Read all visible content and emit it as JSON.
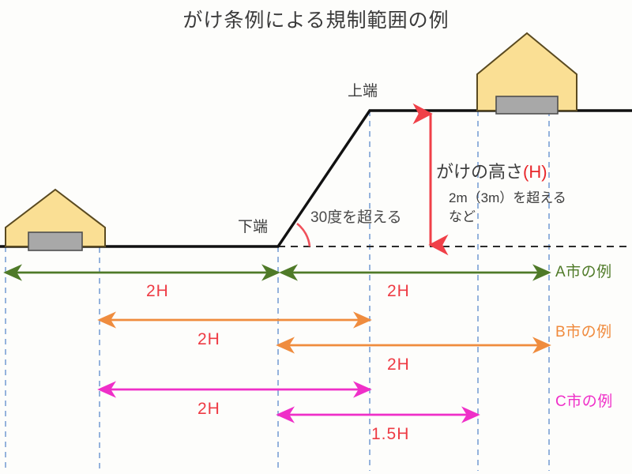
{
  "title": "がけ条例による規制範囲の例",
  "colors": {
    "ground_line": "#111111",
    "house_body": "#fadf94",
    "house_roof_edge": "#5a4a20",
    "house_base": "#a8a8a8",
    "guide_dashed": "#7b9fd4",
    "height_arrow": "#f04048",
    "angle_arc": "#f0505a",
    "dim_text": "#ee3b44",
    "city_a": "#4f7a28",
    "city_b": "#ef8c3e",
    "city_c": "#ef2fc8",
    "background": "#fdfdfb"
  },
  "terrain": {
    "bottom_edge_label": "下端",
    "top_edge_label": "上端",
    "angle_label": "30度を超える"
  },
  "height_annotation": {
    "main_prefix": "がけの高さ",
    "main_symbol": "(H)",
    "sub_line1": "2m（3m）を超える",
    "sub_line2": "など"
  },
  "regulation_rows": [
    {
      "id": "city-a",
      "legend": "A市の例",
      "color": "#4f7a28",
      "left_span_label": "2H",
      "right_span_label": "2H"
    },
    {
      "id": "city-b",
      "legend": "B市の例",
      "color": "#ef8c3e",
      "left_span_label": "2H",
      "right_span_label": "2H"
    },
    {
      "id": "city-c",
      "legend": "C市の例",
      "color": "#ef2fc8",
      "left_span_label": "2H",
      "right_span_label": "1.5H"
    }
  ],
  "chart_data": {
    "type": "diagram",
    "title": "がけ条例による規制範囲の例",
    "description": "Cross-section of a cliff with regulated building-setback ranges for three example cities",
    "guides_x": [
      7,
      126,
      352,
      468,
      605,
      695
    ],
    "ground": {
      "lower_ground_y": 312,
      "upper_ground_y": 140,
      "slope_bottom_x": 352,
      "slope_top_x": 468
    },
    "spans": [
      {
        "series": "A市の例",
        "from_x": 7,
        "to_x": 352,
        "label": "2H"
      },
      {
        "series": "A市の例",
        "from_x": 352,
        "to_x": 695,
        "label": "2H"
      },
      {
        "series": "B市の例",
        "from_x": 126,
        "to_x": 468,
        "label": "2H"
      },
      {
        "series": "B市の例",
        "from_x": 352,
        "to_x": 695,
        "label": "2H"
      },
      {
        "series": "C市の例",
        "from_x": 126,
        "to_x": 468,
        "label": "2H"
      },
      {
        "series": "C市の例",
        "from_x": 352,
        "to_x": 605,
        "label": "1.5H"
      }
    ]
  }
}
